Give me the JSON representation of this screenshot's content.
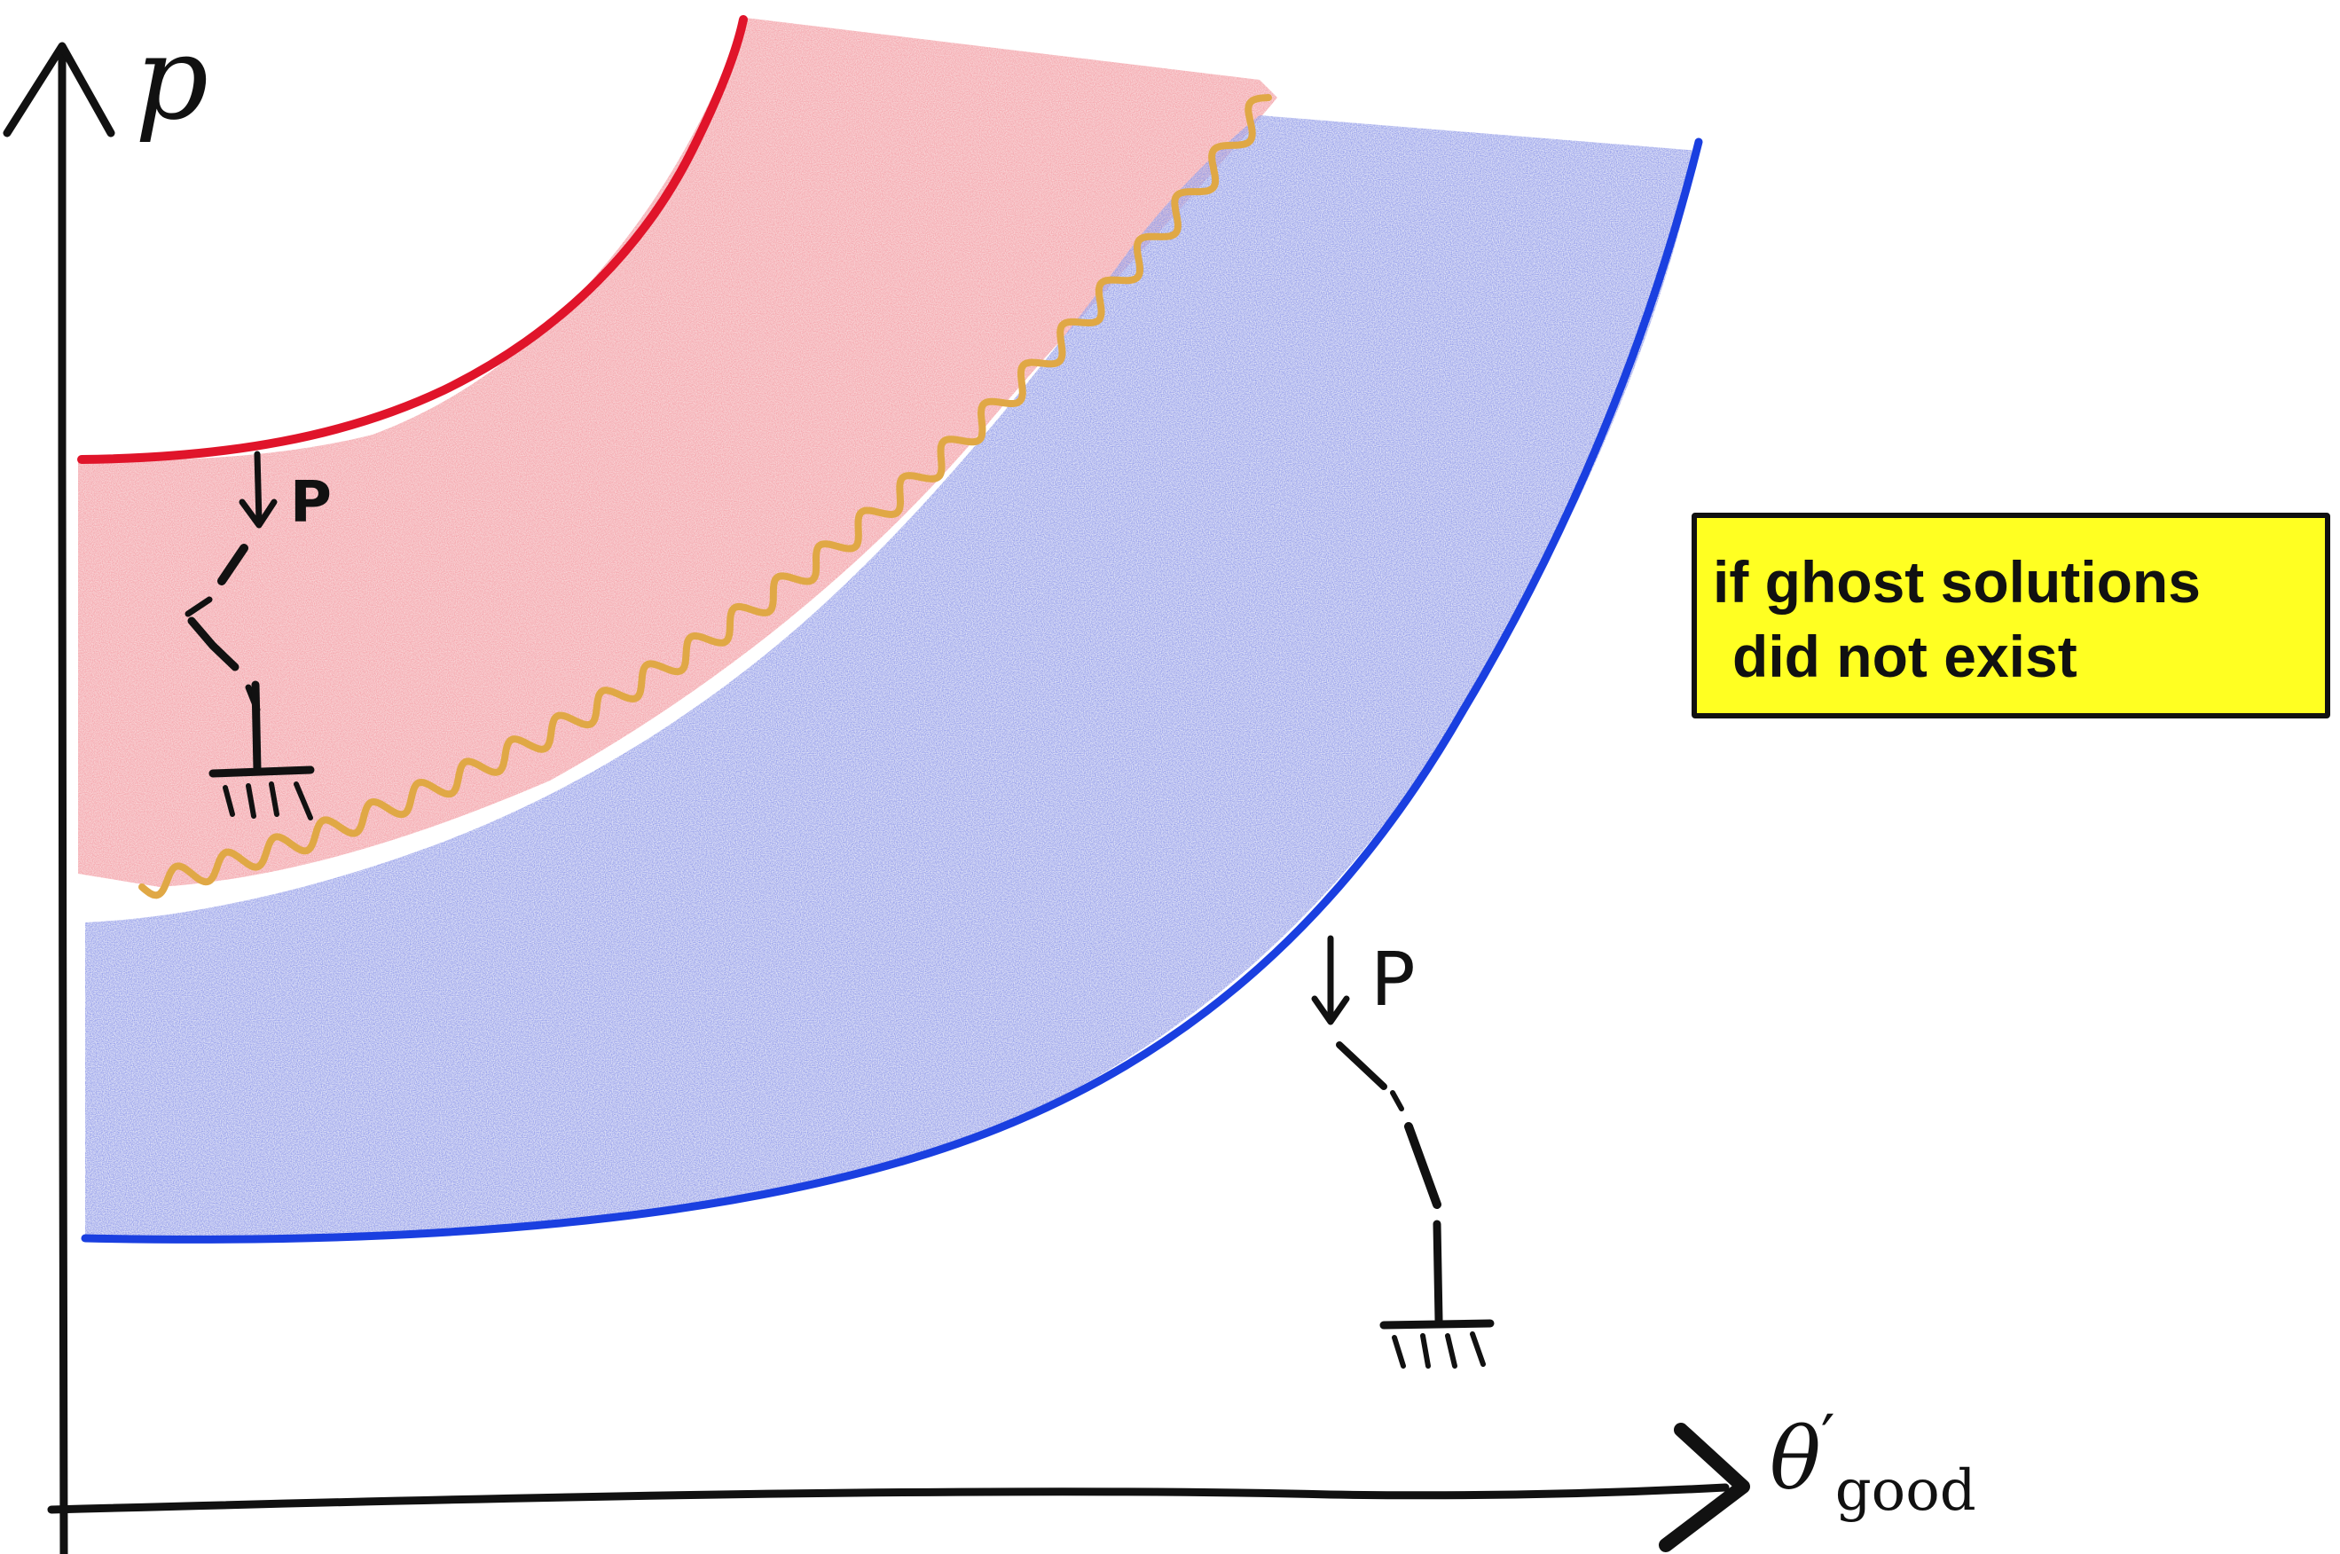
{
  "note": {
    "line1": "if ghost solutions",
    "line2": "did not exist"
  },
  "axes": {
    "y_label": "p",
    "x_label_symbol": "θ",
    "x_label_prime": "′",
    "x_label_subscript": "good"
  },
  "loads": {
    "left_load_label": "P",
    "right_load_label": "P"
  },
  "colors": {
    "red_boundary": "#e0142a",
    "red_region": "#e8505a",
    "blue_boundary": "#1a3fe0",
    "blue_region": "#3340c8",
    "wavy_boundary": "#e0a845",
    "note_background": "#ffff22",
    "ink": "#111111"
  }
}
